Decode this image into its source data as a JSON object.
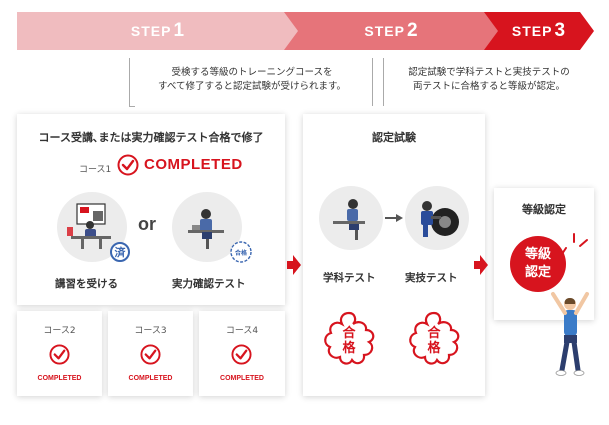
{
  "steps": [
    {
      "label": "STEP",
      "number": "1"
    },
    {
      "label": "STEP",
      "number": "2"
    },
    {
      "label": "STEP",
      "number": "3"
    }
  ],
  "notes": {
    "step1_line1": "受検する等級のトレーニングコースを",
    "step1_line2": "すべて修了すると認定試験が受けられます。",
    "step2_line1": "認定試験で学科テストと実技テストの",
    "step2_line2": "両テストに合格すると等級が認定。"
  },
  "panel1": {
    "title": "コース受講､または実力確認テスト合格で修了",
    "course1_label": "コース1",
    "completed_label": "COMPLETED",
    "or_label": "or",
    "option_left": "講習を受ける",
    "option_right": "実力確認テスト",
    "badge_left": "済",
    "badge_right": "合格"
  },
  "small_courses": [
    {
      "label": "コース2",
      "status": "COMPLETED"
    },
    {
      "label": "コース3",
      "status": "COMPLETED"
    },
    {
      "label": "コース4",
      "status": "COMPLETED"
    }
  ],
  "panel2": {
    "title": "認定試験",
    "test_left": "学科テスト",
    "test_right": "実技テスト",
    "stamp_top": "合",
    "stamp_bottom": "格"
  },
  "panel3": {
    "title": "等級認定",
    "badge_line1": "等級",
    "badge_line2": "認定"
  },
  "colors": {
    "step1": "#f0bcbf",
    "step2": "#e6747a",
    "step3": "#d7141e",
    "accent": "#d7141e"
  }
}
